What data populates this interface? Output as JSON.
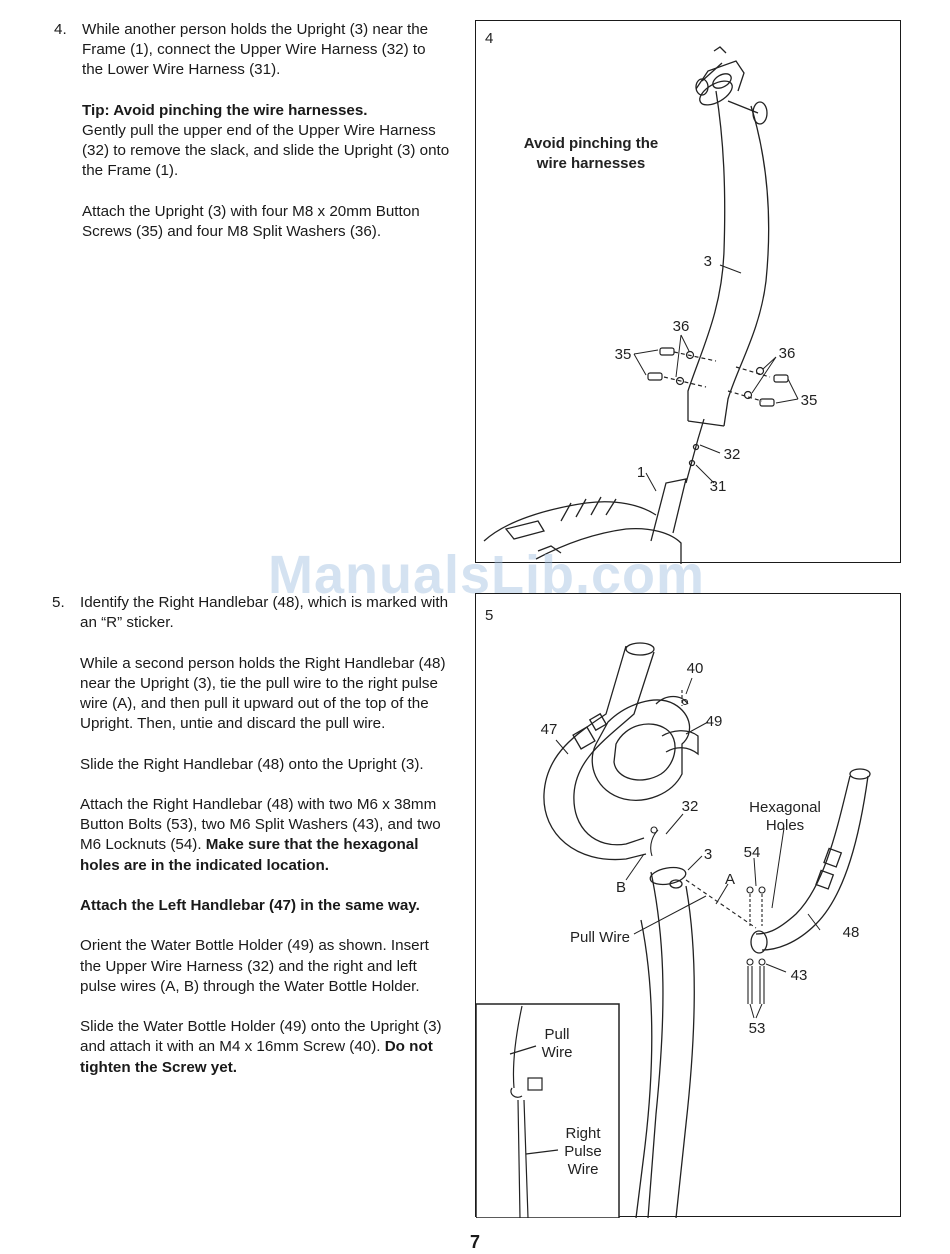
{
  "step4": {
    "number": "4.",
    "para1": "While another person holds the Upright (3) near the Frame (1), connect the Upper Wire Harness (32) to the Lower Wire Harness (31).",
    "tip_bold": "Tip: Avoid pinching the wire harnesses.",
    "tip_text": "Gently pull the upper end of the Upper Wire Harness (32) to remove the slack, and slide the Upright (3) onto the Frame (1).",
    "para3": "Attach the Upright (3) with four M8 x 20mm Button Screws (35) and four M8 Split Washers (36)."
  },
  "fig4": {
    "number": "4",
    "callout_line1": "Avoid pinching the",
    "callout_line2": "wire harnesses",
    "labels": {
      "l3": "3",
      "l36a": "36",
      "l36b": "36",
      "l35a": "35",
      "l35b": "35",
      "l32": "32",
      "l1": "1",
      "l31": "31"
    }
  },
  "step5": {
    "number": "5.",
    "para1": "Identify the Right Handlebar (48), which is marked with an “R” sticker.",
    "para2": "While a second person holds the Right Handlebar (48) near the Upright (3), tie the pull wire to the right pulse wire (A), and then pull it upward out of the top of the Upright. Then, untie and discard the pull wire.",
    "para3": "Slide the Right Handlebar (48) onto the Upright (3).",
    "para4_text": "Attach the Right Handlebar (48) with two M6 x 38mm Button Bolts (53), two M6 Split Washers (43), and two M6 Locknuts (54). ",
    "para4_bold": "Make sure that the hexagonal holes are in the indicated location.",
    "para5_bold": "Attach the Left Handlebar (47) in the same way.",
    "para6": "Orient the Water Bottle Holder (49) as shown. Insert the Upper Wire Harness (32) and the right and left pulse wires (A, B) through the Water Bottle Holder.",
    "para7_text": "Slide the Water Bottle Holder (49) onto the Upright (3) and attach it with an M4 x 16mm Screw (40). ",
    "para7_bold": "Do not tighten the Screw yet."
  },
  "fig5": {
    "number": "5",
    "labels": {
      "l40": "40",
      "l49": "49",
      "l47": "47",
      "l32": "32",
      "hex1": "Hexagonal",
      "hex2": "Holes",
      "l54": "54",
      "l3": "3",
      "lA": "A",
      "lB": "B",
      "pull": "Pull Wire",
      "l48": "48",
      "l43": "43",
      "l53": "53"
    },
    "inset": {
      "pull1": "Pull",
      "pull2": "Wire",
      "rp1": "Right",
      "rp2": "Pulse",
      "rp3": "Wire"
    }
  },
  "watermark": "ManualsLib.com",
  "page_number": "7"
}
